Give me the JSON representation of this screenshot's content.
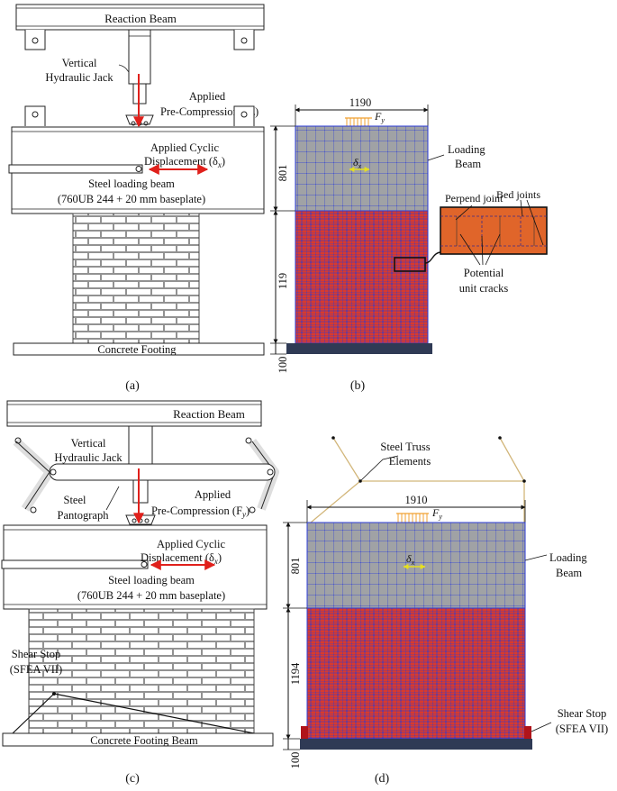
{
  "panel_a": {
    "reaction_beam": "Reaction Beam",
    "jack_line1": "Vertical",
    "jack_line2": "Hydraulic Jack",
    "precomp_line1": "Applied",
    "precomp_line2": "Pre-Compression (F",
    "precomp_sub": "y",
    "cyclic_line1": "Applied Cyclic",
    "cyclic_line2": "Displacement (δ",
    "cyclic_sub": "x",
    "beam_line1": "Steel loading beam",
    "beam_line2": "(760UB 244 + 20 mm baseplate)",
    "footing": "Concrete Footing",
    "caption": "(a)"
  },
  "panel_b": {
    "width_dim": "1190",
    "force": "F",
    "force_sub": "y",
    "delta": "δ",
    "delta_sub": "x",
    "beam_dim": "801",
    "wall_dim": "119",
    "base_dim": "100",
    "loading_beam_line1": "Loading",
    "loading_beam_line2": "Beam",
    "perpend_joint": "Perpend joint",
    "bed_joints": "Bed joints",
    "cracks_line1": "Potential",
    "cracks_line2": "unit cracks",
    "caption": "(b)"
  },
  "panel_c": {
    "reaction_beam": "Reaction Beam",
    "jack_line1": "Vertical",
    "jack_line2": "Hydraulic Jack",
    "pantograph_line1": "Steel",
    "pantograph_line2": "Pantograph",
    "precomp_line1": "Applied",
    "precomp_line2": "Pre-Compression (F",
    "precomp_sub": "y",
    "cyclic_line1": "Applied Cyclic",
    "cyclic_line2": "Displacement (δ",
    "cyclic_sub": "x",
    "beam_line1": "Steel loading beam",
    "beam_line2": "(760UB 244 + 20 mm baseplate)",
    "shear_line1": "Shear Stop",
    "shear_line2": "(SFEA VII)",
    "footing": "Concrete Footing Beam",
    "caption": "(c)"
  },
  "panel_d": {
    "truss_line1": "Steel Truss",
    "truss_line2": "Elements",
    "width_dim": "1910",
    "force": "F",
    "force_sub": "y",
    "delta": "δ",
    "delta_sub": "x",
    "beam_dim": "801",
    "wall_dim": "1194",
    "base_dim": "100",
    "loading_beam_line1": "Loading",
    "loading_beam_line2": "Beam",
    "shear_line1": "Shear Stop",
    "shear_line2": "(SFEA VII)",
    "caption": "(d)"
  },
  "colors": {
    "beam_grey": "#a0a2a5",
    "mesh_blue": "#2b3bd6",
    "brick_red": "#d83a2e",
    "footing_navy": "#2f3a55",
    "arrow_red": "#e0201b",
    "load_orange": "#f0a030",
    "delta_yellow": "#e6e020",
    "crack_orange": "#e0652a",
    "shear_red": "#b0141a",
    "truss_tan": "#d2b67a"
  }
}
